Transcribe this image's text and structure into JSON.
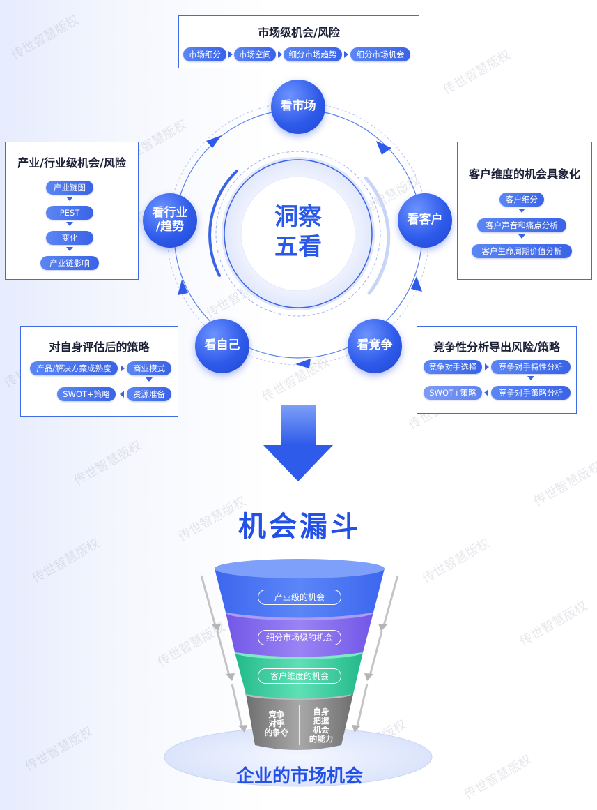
{
  "top_box": {
    "title": "市场级机会/风险",
    "steps": [
      "市场细分",
      "市场空间",
      "细分市场趋势",
      "细分市场机会"
    ]
  },
  "left_box": {
    "title": "产业/行业级机会/风险",
    "steps": [
      "产业链图",
      "PEST",
      "变化",
      "产业链影响"
    ]
  },
  "right_box": {
    "title": "客户维度的机会具象化",
    "steps": [
      "客户细分",
      "客户声音和痛点分析",
      "客户生命周期价值分析"
    ]
  },
  "bottom_left_box": {
    "title": "对自身评估后的策略",
    "steps": [
      "产品/解决方案成熟度",
      "商业模式",
      "资源准备",
      "SWOT+策略"
    ]
  },
  "bottom_right_box": {
    "title": "竞争性分析导出风险/策略",
    "steps": [
      "竞争对手选择",
      "竞争对手特性分析",
      "竞争对手策略分析",
      "SWOT+策略"
    ]
  },
  "cycle": {
    "center_line1": "洞察",
    "center_line2": "五看",
    "nodes": {
      "market": "看市场",
      "customer": "看客户",
      "competition": "看竞争",
      "self": "看自己",
      "industry_line1": "看行业",
      "industry_line2": "/趋势"
    }
  },
  "funnel": {
    "title": "机会漏斗",
    "layers": [
      "产业级的机会",
      "细分市场级的机会",
      "客户维度的机会"
    ],
    "bottom_left": [
      "竞争",
      "对手",
      "的争夺"
    ],
    "bottom_right": [
      "自身",
      "把握",
      "机会",
      "的能力"
    ],
    "base_label": "企业的市场机会"
  },
  "watermark_text": "传世智慧版权",
  "colors": {
    "accent": "#2f5bea",
    "layer1": "#4f7bf3",
    "layer2": "#8a6ef0",
    "layer3": "#3fcfa0",
    "layer4": "#8c8c8c"
  }
}
